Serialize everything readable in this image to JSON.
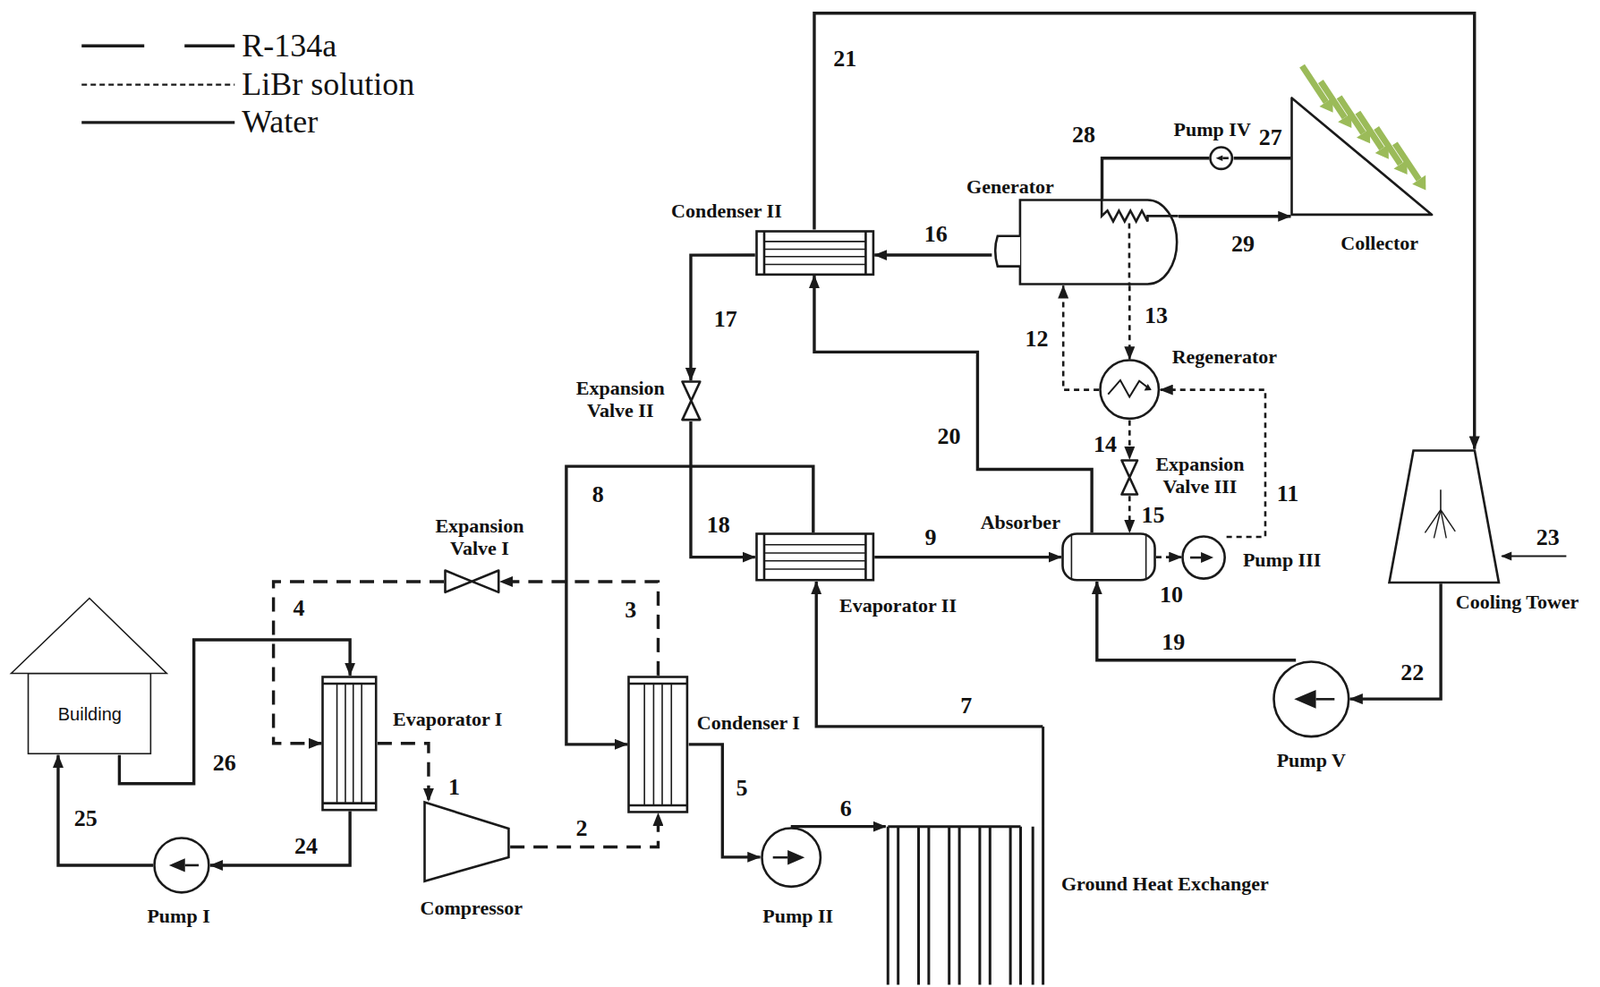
{
  "diagram": {
    "nodes": [
      {
        "text": [
          "Condenser II"
        ]
      },
      {
        "text": [
          "Generator"
        ]
      },
      {
        "text": [
          "Pump IV"
        ]
      },
      {
        "text": [
          "Collector"
        ]
      },
      {
        "text": [
          "Regenerator"
        ]
      },
      {
        "text": [
          "Expansion Valve II"
        ]
      },
      {
        "text": [
          "Expansion Valve III"
        ]
      },
      {
        "text": [
          "Cooling Tower"
        ]
      },
      {
        "text": [
          "Expansion Valve I"
        ]
      },
      {
        "text": [
          "Evaporator II"
        ]
      },
      {
        "text": [
          "Absorber"
        ]
      },
      {
        "text": [
          "Pump III"
        ]
      },
      {
        "text": [
          "Building"
        ]
      },
      {
        "text": [
          "Evaporator I"
        ]
      },
      {
        "text": [
          "Condenser I"
        ]
      },
      {
        "text": [
          "Pump V"
        ]
      },
      {
        "text": [
          "Compressor"
        ]
      },
      {
        "text": [
          "Pump I"
        ]
      },
      {
        "text": [
          "Pump II"
        ]
      },
      {
        "text": [
          "Ground Heat Exchanger"
        ]
      }
    ],
    "edges": [
      {
        "from": 13,
        "to": 16,
        "arrow": "to",
        "label": "1"
      },
      {
        "from": 16,
        "to": 14,
        "arrow": "to",
        "label": "2"
      },
      {
        "from": 14,
        "to": 8,
        "arrow": "to",
        "label": "3"
      },
      {
        "from": 8,
        "to": 13,
        "arrow": "to",
        "label": "4"
      },
      {
        "from": 14,
        "to": 18,
        "arrow": "to",
        "label": "5"
      },
      {
        "from": 18,
        "to": 19,
        "arrow": "to",
        "label": "6"
      },
      {
        "from": 19,
        "to": 9,
        "arrow": "to",
        "label": "7"
      },
      {
        "from": 9,
        "to": 14,
        "arrow": "to",
        "label": "8"
      },
      {
        "from": 9,
        "to": 10,
        "arrow": "to",
        "label": "9"
      },
      {
        "from": 10,
        "to": 11,
        "arrow": "to",
        "label": "10"
      },
      {
        "from": 11,
        "to": 4,
        "arrow": "to",
        "label": "11"
      },
      {
        "from": 4,
        "to": 1,
        "arrow": "to",
        "label": "12"
      },
      {
        "from": 1,
        "to": 4,
        "arrow": "to",
        "label": "13"
      },
      {
        "from": 4,
        "to": 6,
        "arrow": "to",
        "label": "14"
      },
      {
        "from": 6,
        "to": 10,
        "arrow": "to",
        "label": "15"
      },
      {
        "from": 1,
        "to": 0,
        "arrow": "to",
        "label": "16"
      },
      {
        "from": 0,
        "to": 5,
        "arrow": "to",
        "label": "17"
      },
      {
        "from": 5,
        "to": 9,
        "arrow": "to",
        "label": "18"
      },
      {
        "from": 15,
        "to": 10,
        "arrow": "to",
        "label": "19"
      },
      {
        "from": 10,
        "to": 0,
        "arrow": "to",
        "label": "20"
      },
      {
        "from": 0,
        "to": 7,
        "arrow": "to",
        "label": "21"
      },
      {
        "from": 7,
        "to": 15,
        "arrow": "to",
        "label": "22"
      },
      {
        "from": 13,
        "to": 17,
        "arrow": "to",
        "label": "24"
      },
      {
        "from": 17,
        "to": 12,
        "arrow": "to",
        "label": "25"
      },
      {
        "from": 12,
        "to": 13,
        "arrow": "to",
        "label": "26"
      },
      {
        "from": 3,
        "to": 2,
        "arrow": "none",
        "label": "27"
      },
      {
        "from": 2,
        "to": 1,
        "arrow": "none",
        "label": "28"
      },
      {
        "from": 1,
        "to": 3,
        "arrow": "to",
        "label": "29"
      }
    ],
    "labels": [
      "23"
    ],
    "legend": [
      {
        "text": "R-134a"
      },
      {
        "text": "LiBr solution"
      },
      {
        "text": "Water"
      }
    ]
  }
}
